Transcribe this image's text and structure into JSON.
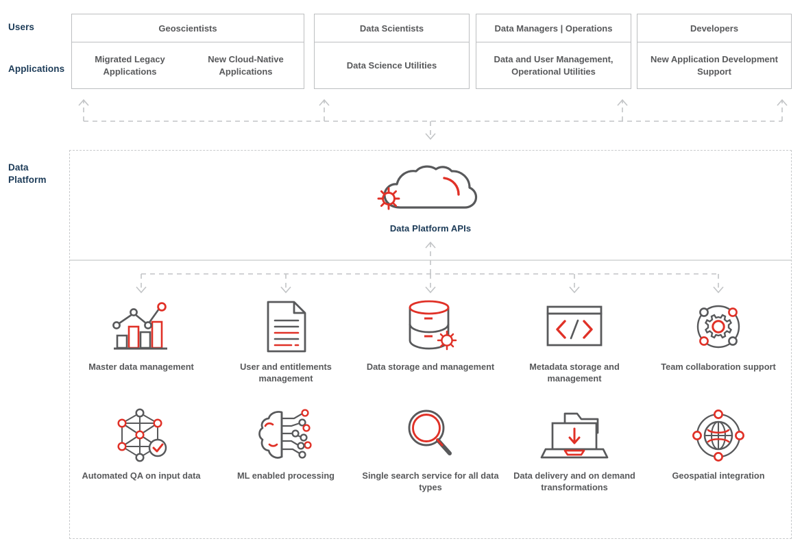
{
  "rows": {
    "users_label": "Users",
    "applications_label": "Applications",
    "platform_label": "Data\nPlatform"
  },
  "colors": {
    "accent_red": "#e03127",
    "navy": "#1b3a57",
    "gray_text": "#58595b",
    "border_gray": "#bcbec0",
    "dashed_gray": "#c7c9cb"
  },
  "columns": [
    {
      "user_group": "Geoscientists",
      "applications": [
        "Migrated Legacy Applications",
        "New Cloud-Native Applications"
      ]
    },
    {
      "user_group": "Data Scientists",
      "applications": [
        "Data Science Utilities"
      ]
    },
    {
      "user_group": "Data Managers | Operations",
      "applications": [
        "Data and User Management, Operational Utilities"
      ]
    },
    {
      "user_group": "Developers",
      "applications": [
        "New Application Development Support"
      ]
    }
  ],
  "platform": {
    "api_label": "Data Platform APIs",
    "api_icon": "cloud-with-sun-icon",
    "capabilities": [
      {
        "label": "Master data management",
        "icon": "bar-chart-line-icon"
      },
      {
        "label": "User and entitlements management",
        "icon": "document-lines-icon"
      },
      {
        "label": "Data storage and management",
        "icon": "database-cylinder-icon"
      },
      {
        "label": "Metadata storage and management",
        "icon": "code-window-icon"
      },
      {
        "label": "Team collaboration support",
        "icon": "gear-network-icon"
      },
      {
        "label": "Automated QA on input data",
        "icon": "network-check-icon"
      },
      {
        "label": "ML enabled processing",
        "icon": "brain-circuit-icon"
      },
      {
        "label": "Single search service for all data types",
        "icon": "magnifier-icon"
      },
      {
        "label": "Data delivery and on demand transformations",
        "icon": "laptop-download-icon"
      },
      {
        "label": "Geospatial integration",
        "icon": "globe-network-icon"
      }
    ]
  }
}
